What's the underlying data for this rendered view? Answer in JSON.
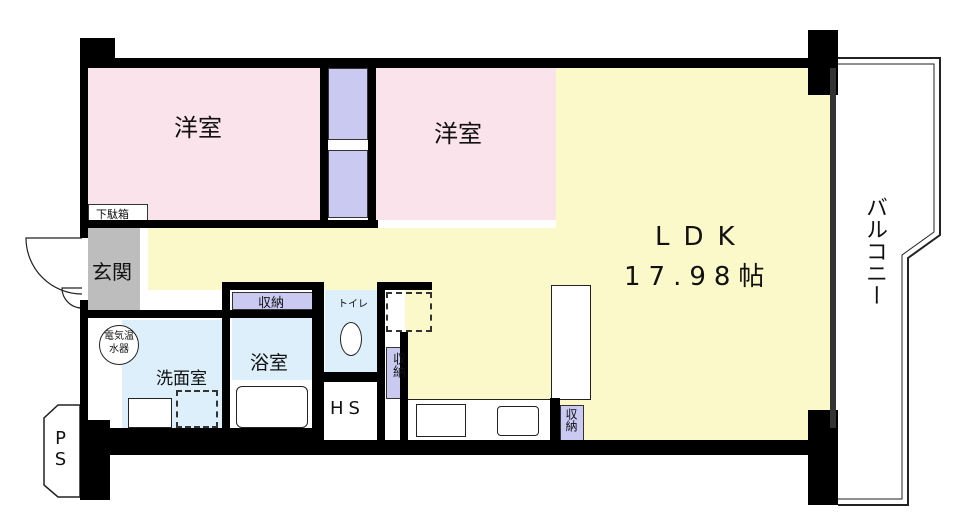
{
  "rooms": {
    "western_room_1": "洋室",
    "western_room_2": "洋室",
    "ldk": "LDK",
    "ldk_size": "17.98帖",
    "balcony": "バルコニー",
    "entrance": "玄関",
    "shoe_box": "下駄箱",
    "water_heater": "電気温水器",
    "washroom": "洗面室",
    "bathroom": "浴室",
    "toilet": "トイレ",
    "storage_1": "収納",
    "storage_2": "収納",
    "storage_3": "収納",
    "hs": "HS",
    "ps": "PS"
  },
  "colors": {
    "western": "#fbe3ec",
    "storage": "#c9c9f2",
    "wet": "#dceffa",
    "ldk": "#fbf8c9",
    "entrance": "#bdbdbd"
  }
}
